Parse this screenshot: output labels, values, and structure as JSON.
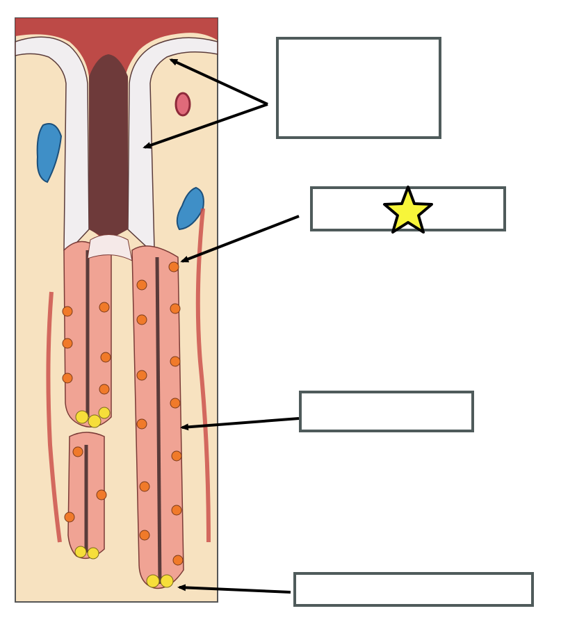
{
  "figure": {
    "labels": [
      {
        "id": "label-1",
        "text": "",
        "marker": null
      },
      {
        "id": "label-2",
        "text": "",
        "marker": "star-icon"
      },
      {
        "id": "label-3",
        "text": "",
        "marker": null
      },
      {
        "id": "label-4",
        "text": "",
        "marker": null
      }
    ],
    "colors": {
      "connective_tissue": "#f7e2c0",
      "surface_cell": "#f1eef0",
      "gland_cell": "#f0a394",
      "parietal_cell": "#f07a2a",
      "chief_cell": "#f6de3a",
      "lumen": "#5a3b3a",
      "vessel_blue": "#3f8fc7",
      "muscle_red": "#c94a45",
      "label_border": "#4f5b5b",
      "star_fill": "#f7f53a"
    }
  }
}
